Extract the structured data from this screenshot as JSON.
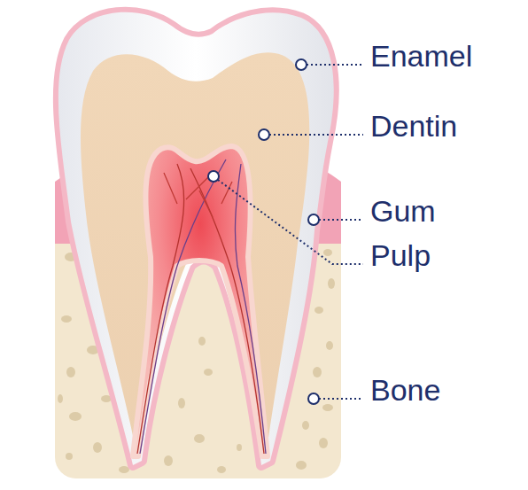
{
  "diagram": {
    "labels": [
      "Enamel",
      "Dentin",
      "Gum",
      "Pulp",
      "Bone"
    ]
  }
}
